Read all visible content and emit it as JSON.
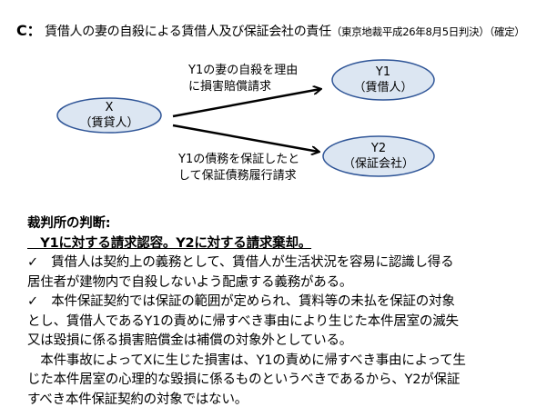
{
  "title": {
    "prefix": "C：",
    "main": "賃借人の妻の自殺による賃借人及び保証会社の責任",
    "sub": "（東京地裁平成26年8月5日判決）（確定）"
  },
  "diagram": {
    "nodes": {
      "x": {
        "name": "X",
        "role": "（賃貸人）"
      },
      "y1": {
        "name": "Y1",
        "role": "（賃借人）"
      },
      "y2": {
        "name": "Y2",
        "role": "（保証会社）"
      }
    },
    "edges": {
      "to_y1": [
        "Y1の妻の自殺を理由",
        "に損害賠償請求"
      ],
      "to_y2": [
        "Y1の債務を保証したと",
        "して保証債務履行請求"
      ]
    },
    "colors": {
      "node_fill": "#dce6f2",
      "node_stroke": "#2f5597"
    }
  },
  "judgment": {
    "heading": "裁判所の判断:",
    "conclusion": "　Y1に対する請求認容。Y2に対する請求棄却。",
    "lines": [
      "✓　賃借人は契約上の義務として、賃借人が生活状況を容易に認識し得る",
      "居住者が建物内で自殺しないよう配慮する義務がある。",
      "✓　本件保証契約では保証の範囲が定められ、賃料等の未払を保証の対象",
      "とし、賃借人であるY1の責めに帰すべき事由により生じた本件居室の滅失",
      "又は毀損に係る損害賠償金は補償の対象外としている。",
      "　本件事故によってXに生じた損害は、Y1の責めに帰すべき事由によって生",
      "じた本件居室の心理的な毀損に係るものというべきであるから、Y2が保証",
      "すべき本件保証契約の対象ではない。"
    ]
  }
}
